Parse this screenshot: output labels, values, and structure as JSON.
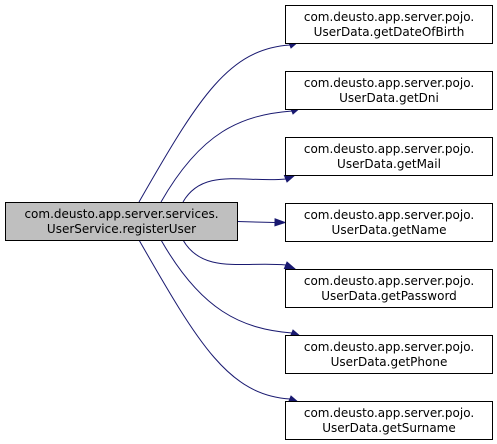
{
  "colors": {
    "source_fill": "#bfbfbf",
    "target_fill": "#ffffff",
    "edge": "#191970"
  },
  "source": {
    "id": "src",
    "lines": [
      "com.deusto.app.server.services.",
      "UserService.registerUser"
    ]
  },
  "targets": [
    {
      "id": "getDateOfBirth",
      "lines": [
        "com.deusto.app.server.pojo.",
        "UserData.getDateOfBirth"
      ]
    },
    {
      "id": "getDni",
      "lines": [
        "com.deusto.app.server.pojo.",
        "UserData.getDni"
      ]
    },
    {
      "id": "getMail",
      "lines": [
        "com.deusto.app.server.pojo.",
        "UserData.getMail"
      ]
    },
    {
      "id": "getName",
      "lines": [
        "com.deusto.app.server.pojo.",
        "UserData.getName"
      ]
    },
    {
      "id": "getPassword",
      "lines": [
        "com.deusto.app.server.pojo.",
        "UserData.getPassword"
      ]
    },
    {
      "id": "getPhone",
      "lines": [
        "com.deusto.app.server.pojo.",
        "UserData.getPhone"
      ]
    },
    {
      "id": "getSurname",
      "lines": [
        "com.deusto.app.server.pojo.",
        "UserData.getSurname"
      ]
    }
  ],
  "edges": [
    {
      "from": "src",
      "to": "getDateOfBirth"
    },
    {
      "from": "src",
      "to": "getDni"
    },
    {
      "from": "src",
      "to": "getMail"
    },
    {
      "from": "src",
      "to": "getName"
    },
    {
      "from": "src",
      "to": "getPassword"
    },
    {
      "from": "src",
      "to": "getPhone"
    },
    {
      "from": "src",
      "to": "getSurname"
    }
  ]
}
